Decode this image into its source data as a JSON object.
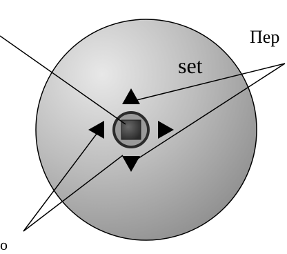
{
  "labels": {
    "center_word": "set",
    "top_right_fragment": "Пер",
    "bottom_left_fragment": "о"
  },
  "colors": {
    "disc_light": "#e6e6e6",
    "disc_mid": "#b8b8b8",
    "disc_dark": "#8a8a8a",
    "button_ring": "#8f8f8f",
    "button_center": "#3a3a3a",
    "line": "#000000"
  },
  "icons": {
    "disc": "circular-control-pad",
    "center_button": "center-select-button",
    "arrows": [
      "arrow-up-icon",
      "arrow-down-icon",
      "arrow-left-icon",
      "arrow-right-icon"
    ]
  }
}
